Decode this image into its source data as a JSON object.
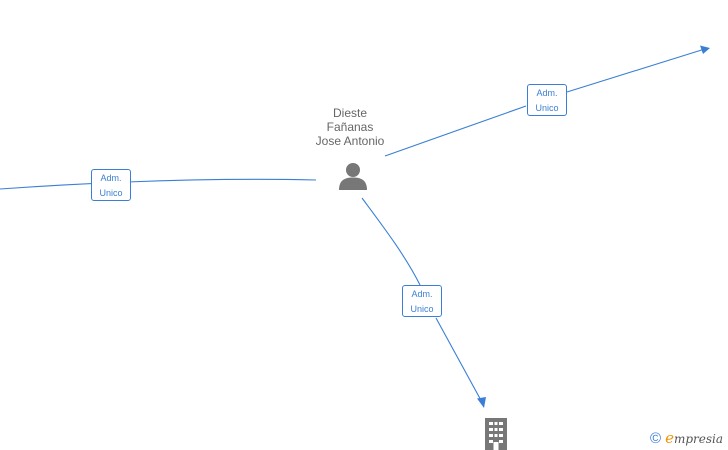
{
  "person": {
    "name_lines": [
      "Dieste",
      "Fañanas",
      "Jose Antonio"
    ],
    "icon": "person-icon"
  },
  "relations": [
    {
      "line1": "Adm.",
      "line2": "Unico"
    },
    {
      "line1": "Adm.",
      "line2": "Unico"
    },
    {
      "line1": "Adm.",
      "line2": "Unico"
    }
  ],
  "company": {
    "icon": "building-icon"
  },
  "watermark": {
    "symbol": "©",
    "brand_first": "e",
    "brand_rest": "mpresia"
  },
  "colors": {
    "edge": "#3a7fd5",
    "node": "#777777",
    "brand_accent": "#f29400"
  }
}
